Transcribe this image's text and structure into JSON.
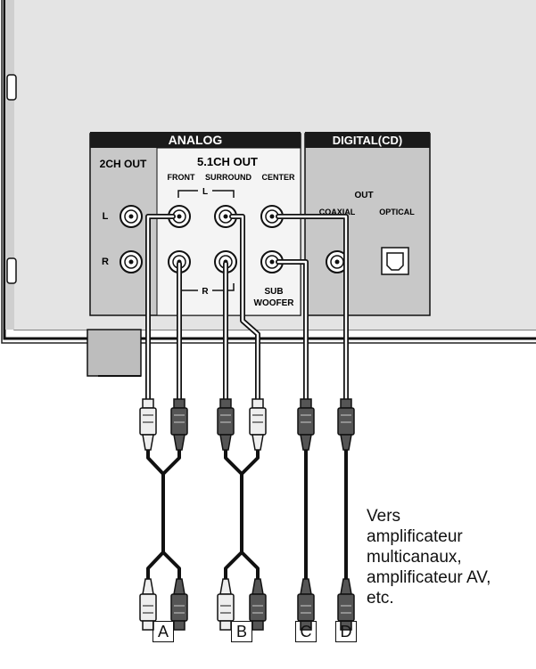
{
  "panel": {
    "analog_header": "ANALOG",
    "digital_header": "DIGITAL(CD)",
    "ch2_out": "2CH OUT",
    "ch51_out": "5.1CH OUT",
    "front": "FRONT",
    "surround": "SURROUND",
    "center": "CENTER",
    "l_bracket": "L",
    "r_bracket": "R",
    "row_l": "L",
    "row_r": "R",
    "sub_woofer_1": "SUB",
    "sub_woofer_2": "WOOFER",
    "out": "OUT",
    "coaxial": "COAXIAL",
    "optical": "OPTICAL"
  },
  "note": {
    "line1": "Vers",
    "line2": "amplificateur",
    "line3": "multicanaux,",
    "line4": "amplificateur AV,",
    "line5": "etc."
  },
  "cable_labels": {
    "a": "A",
    "b": "B",
    "c": "C",
    "d": "D"
  }
}
